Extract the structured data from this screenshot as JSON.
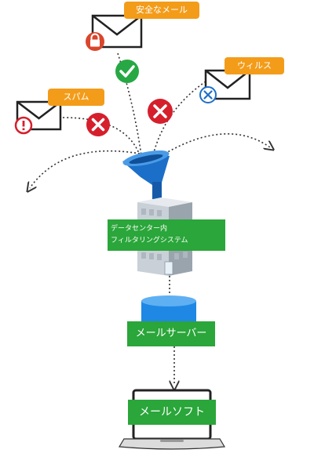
{
  "labels": {
    "safe_mail": "安全なメール",
    "virus": "ウィルス",
    "spam": "スパム",
    "datacenter_line1": "データセンター内",
    "datacenter_line2": "フィルタリングシステム",
    "mail_server": "メールサーバー",
    "mail_software": "メールソフト"
  },
  "icons": [
    "envelope-icon",
    "lock-icon",
    "check-icon",
    "cross-icon",
    "warning-icon",
    "x-circle-icon",
    "funnel-icon",
    "building-icon",
    "server-cylinder-icon",
    "laptop-icon"
  ],
  "colors": {
    "tag_orange": "#f39c1a",
    "label_green": "#2aa63a",
    "check_green": "#27a844",
    "cross_red": "#d61f2c",
    "funnel_blue": "#1b6fc8",
    "server_blue": "#1f88e5"
  }
}
